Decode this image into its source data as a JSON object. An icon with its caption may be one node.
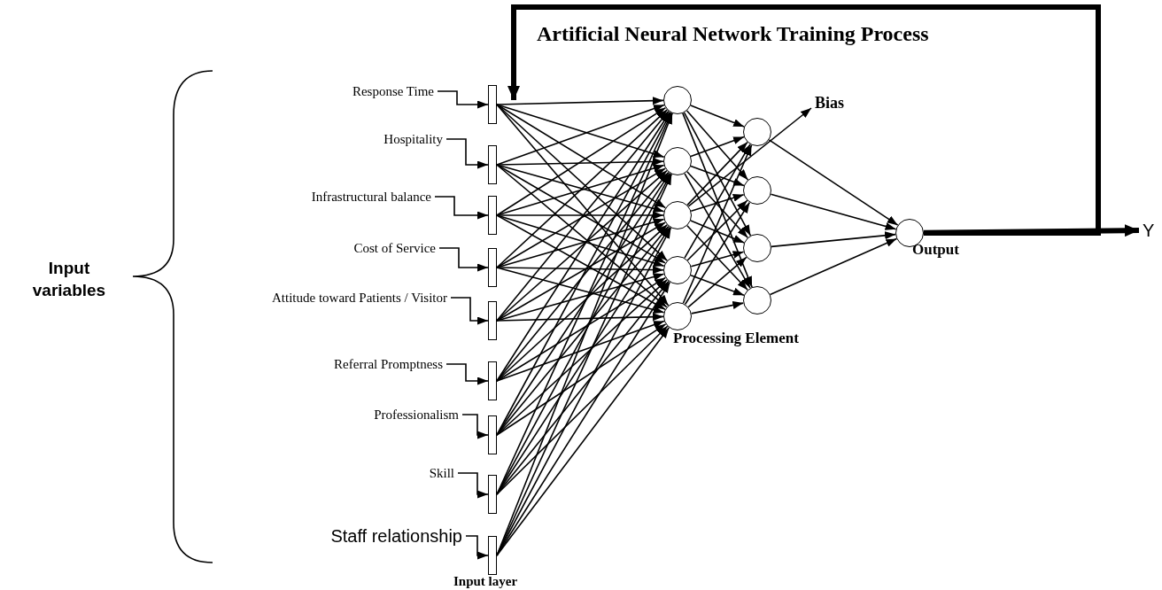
{
  "diagram": {
    "title": "Artificial Neural Network Training Process",
    "nodes": [
      {
        "text": [
          "Response Time"
        ]
      },
      {
        "text": [
          "Hospitality"
        ]
      },
      {
        "text": [
          "Infrastructural balance"
        ]
      },
      {
        "text": [
          "Cost of Service"
        ]
      },
      {
        "text": [
          "Attitude toward Patients / Visitor"
        ]
      },
      {
        "text": [
          "Referral Promptness"
        ]
      },
      {
        "text": [
          "Professionalism"
        ]
      },
      {
        "text": [
          "Skill"
        ]
      },
      {
        "text": [
          "Staff relationship"
        ]
      },
      {
        "text": [],
        "shape": "bar"
      },
      {
        "text": [],
        "shape": "bar"
      },
      {
        "text": [],
        "shape": "bar"
      },
      {
        "text": [],
        "shape": "bar"
      },
      {
        "text": [],
        "shape": "bar"
      },
      {
        "text": [],
        "shape": "bar"
      },
      {
        "text": [],
        "shape": "bar"
      },
      {
        "text": [],
        "shape": "bar"
      },
      {
        "text": [],
        "shape": "bar"
      },
      {
        "text": [],
        "shape": "circle"
      },
      {
        "text": [],
        "shape": "circle"
      },
      {
        "text": [],
        "shape": "circle"
      },
      {
        "text": [],
        "shape": "circle"
      },
      {
        "text": [],
        "shape": "circle"
      },
      {
        "text": [],
        "shape": "circle"
      },
      {
        "text": [],
        "shape": "circle"
      },
      {
        "text": [],
        "shape": "circle"
      },
      {
        "text": [],
        "shape": "circle"
      },
      {
        "text": [],
        "shape": "circle",
        "beside": [
          "Output"
        ]
      },
      {
        "text": [
          "Y"
        ]
      },
      {
        "text": [
          "Bias"
        ]
      }
    ],
    "edges": [
      {
        "from": 0,
        "to": 9,
        "arrow": "to"
      },
      {
        "from": 1,
        "to": 10,
        "arrow": "to"
      },
      {
        "from": 2,
        "to": 11,
        "arrow": "to"
      },
      {
        "from": 3,
        "to": 12,
        "arrow": "to"
      },
      {
        "from": 4,
        "to": 13,
        "arrow": "to"
      },
      {
        "from": 5,
        "to": 14,
        "arrow": "to"
      },
      {
        "from": 6,
        "to": 15,
        "arrow": "to"
      },
      {
        "from": 7,
        "to": 16,
        "arrow": "to"
      },
      {
        "from": 8,
        "to": 17,
        "arrow": "to"
      },
      {
        "from": 9,
        "to": 18,
        "arrow": "to"
      },
      {
        "from": 9,
        "to": 19,
        "arrow": "to"
      },
      {
        "from": 9,
        "to": 20,
        "arrow": "to"
      },
      {
        "from": 9,
        "to": 21,
        "arrow": "to"
      },
      {
        "from": 9,
        "to": 22,
        "arrow": "to"
      },
      {
        "from": 10,
        "to": 18,
        "arrow": "to"
      },
      {
        "from": 10,
        "to": 19,
        "arrow": "to"
      },
      {
        "from": 10,
        "to": 20,
        "arrow": "to"
      },
      {
        "from": 10,
        "to": 21,
        "arrow": "to"
      },
      {
        "from": 10,
        "to": 22,
        "arrow": "to"
      },
      {
        "from": 11,
        "to": 18,
        "arrow": "to"
      },
      {
        "from": 11,
        "to": 19,
        "arrow": "to"
      },
      {
        "from": 11,
        "to": 20,
        "arrow": "to"
      },
      {
        "from": 11,
        "to": 21,
        "arrow": "to"
      },
      {
        "from": 11,
        "to": 22,
        "arrow": "to"
      },
      {
        "from": 12,
        "to": 18,
        "arrow": "to"
      },
      {
        "from": 12,
        "to": 19,
        "arrow": "to"
      },
      {
        "from": 12,
        "to": 20,
        "arrow": "to"
      },
      {
        "from": 12,
        "to": 21,
        "arrow": "to"
      },
      {
        "from": 12,
        "to": 22,
        "arrow": "to"
      },
      {
        "from": 13,
        "to": 18,
        "arrow": "to"
      },
      {
        "from": 13,
        "to": 19,
        "arrow": "to"
      },
      {
        "from": 13,
        "to": 20,
        "arrow": "to"
      },
      {
        "from": 13,
        "to": 21,
        "arrow": "to"
      },
      {
        "from": 13,
        "to": 22,
        "arrow": "to"
      },
      {
        "from": 14,
        "to": 18,
        "arrow": "to"
      },
      {
        "from": 14,
        "to": 19,
        "arrow": "to"
      },
      {
        "from": 14,
        "to": 20,
        "arrow": "to"
      },
      {
        "from": 14,
        "to": 21,
        "arrow": "to"
      },
      {
        "from": 14,
        "to": 22,
        "arrow": "to"
      },
      {
        "from": 15,
        "to": 18,
        "arrow": "to"
      },
      {
        "from": 15,
        "to": 19,
        "arrow": "to"
      },
      {
        "from": 15,
        "to": 20,
        "arrow": "to"
      },
      {
        "from": 15,
        "to": 21,
        "arrow": "to"
      },
      {
        "from": 15,
        "to": 22,
        "arrow": "to"
      },
      {
        "from": 16,
        "to": 18,
        "arrow": "to"
      },
      {
        "from": 16,
        "to": 19,
        "arrow": "to"
      },
      {
        "from": 16,
        "to": 20,
        "arrow": "to"
      },
      {
        "from": 16,
        "to": 21,
        "arrow": "to"
      },
      {
        "from": 16,
        "to": 22,
        "arrow": "to"
      },
      {
        "from": 17,
        "to": 18,
        "arrow": "to"
      },
      {
        "from": 17,
        "to": 19,
        "arrow": "to"
      },
      {
        "from": 17,
        "to": 20,
        "arrow": "to"
      },
      {
        "from": 17,
        "to": 21,
        "arrow": "to"
      },
      {
        "from": 17,
        "to": 22,
        "arrow": "to"
      },
      {
        "from": 18,
        "to": 23,
        "arrow": "to"
      },
      {
        "from": 18,
        "to": 24,
        "arrow": "to"
      },
      {
        "from": 18,
        "to": 25,
        "arrow": "to"
      },
      {
        "from": 18,
        "to": 26,
        "arrow": "to"
      },
      {
        "from": 19,
        "to": 23,
        "arrow": "to"
      },
      {
        "from": 19,
        "to": 24,
        "arrow": "to"
      },
      {
        "from": 19,
        "to": 25,
        "arrow": "to"
      },
      {
        "from": 19,
        "to": 26,
        "arrow": "to"
      },
      {
        "from": 20,
        "to": 23,
        "arrow": "to"
      },
      {
        "from": 20,
        "to": 24,
        "arrow": "to"
      },
      {
        "from": 20,
        "to": 25,
        "arrow": "to"
      },
      {
        "from": 20,
        "to": 26,
        "arrow": "to"
      },
      {
        "from": 21,
        "to": 23,
        "arrow": "to"
      },
      {
        "from": 21,
        "to": 24,
        "arrow": "to"
      },
      {
        "from": 21,
        "to": 25,
        "arrow": "to"
      },
      {
        "from": 21,
        "to": 26,
        "arrow": "to"
      },
      {
        "from": 22,
        "to": 23,
        "arrow": "to"
      },
      {
        "from": 22,
        "to": 24,
        "arrow": "to"
      },
      {
        "from": 22,
        "to": 25,
        "arrow": "to"
      },
      {
        "from": 22,
        "to": 26,
        "arrow": "to"
      },
      {
        "from": 23,
        "to": 27,
        "arrow": "to"
      },
      {
        "from": 24,
        "to": 27,
        "arrow": "to"
      },
      {
        "from": 25,
        "to": 27,
        "arrow": "to"
      },
      {
        "from": 26,
        "to": 27,
        "arrow": "to"
      },
      {
        "from": 27,
        "to": 28,
        "arrow": "to",
        "style": "thick"
      },
      {
        "from": 27,
        "to": 9,
        "arrow": "to",
        "style": "thick"
      },
      {
        "from": 20,
        "to": 29,
        "arrow": "to"
      }
    ],
    "labels": [
      "Input variables",
      "Processing Element",
      "Input layer"
    ]
  }
}
